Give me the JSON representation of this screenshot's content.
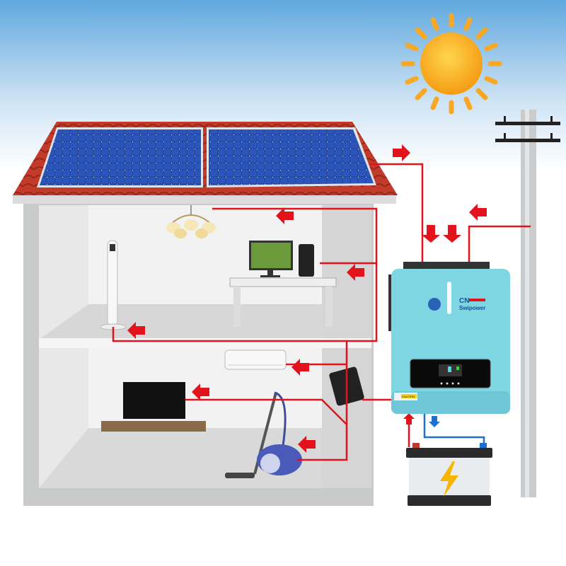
{
  "inverter": {
    "brand_prefix": "CN",
    "brand_name": "Swipower",
    "caution_label": "CAUTION"
  },
  "colors": {
    "wire": "#e3131b",
    "dc_wire": "#1e6fd0",
    "roof": "#c0392b",
    "panel": "#1f3f9a",
    "inverter_body": "#7fd6e3",
    "house_wall": "#cfd0d0",
    "sun": "#f9a825"
  }
}
